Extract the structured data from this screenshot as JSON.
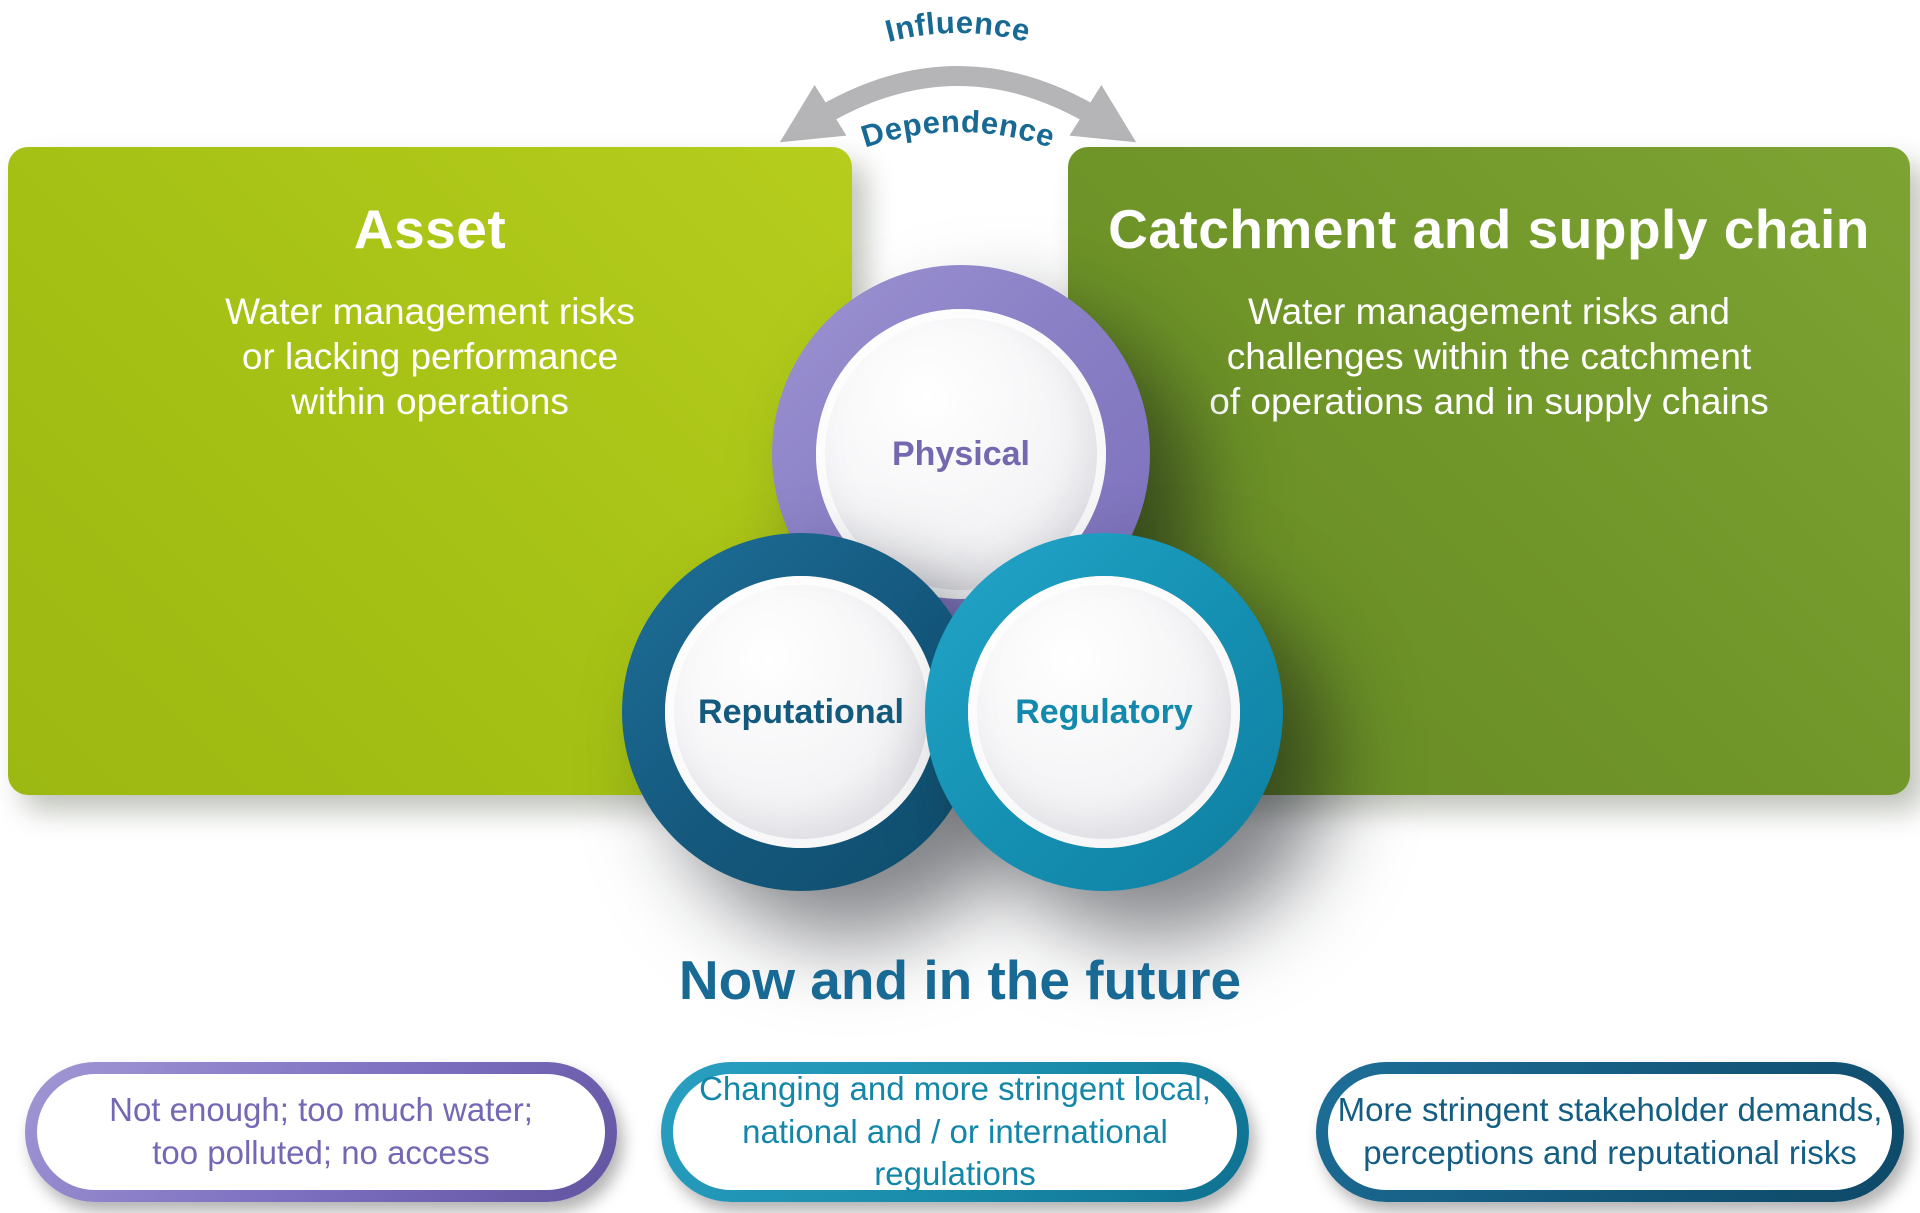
{
  "arrow": {
    "top_label": "Influence",
    "bottom_label": "Dependence",
    "arrow_color": "#b5b5b8",
    "label_color": "#186a95"
  },
  "boxes": {
    "asset": {
      "title": "Asset",
      "body": "Water management risks\nor lacking performance\nwithin operations",
      "background_color": "#a5c115"
    },
    "catchment": {
      "title": "Catchment and supply chain",
      "body": "Water management risks and\nchallenges within the catchment\nof operations and in supply chains",
      "background_color": "#6f9428"
    }
  },
  "circles": {
    "physical": {
      "label": "Physical",
      "ring_color": "#8a80c6",
      "text_color": "#7468b1"
    },
    "reputational": {
      "label": "Reputational",
      "ring_color": "#15597f",
      "text_color": "#135a7d"
    },
    "regulatory": {
      "label": "Regulatory",
      "ring_color": "#1591b3",
      "text_color": "#1389ad"
    }
  },
  "heading": {
    "text": "Now and in the future",
    "color": "#186a95"
  },
  "pills": [
    {
      "text": "Not enough; too much water;\ntoo polluted; no access",
      "border_color": "#7c6fc0",
      "text_color": "#7468b5"
    },
    {
      "text": "Changing and more stringent local,\nnational and / or international regulations",
      "border_color": "#1a8cab",
      "text_color": "#1487a9"
    },
    {
      "text": "More stringent stakeholder demands,\nperceptions and reputational risks",
      "border_color": "#14587c",
      "text_color": "#155e83"
    }
  ]
}
